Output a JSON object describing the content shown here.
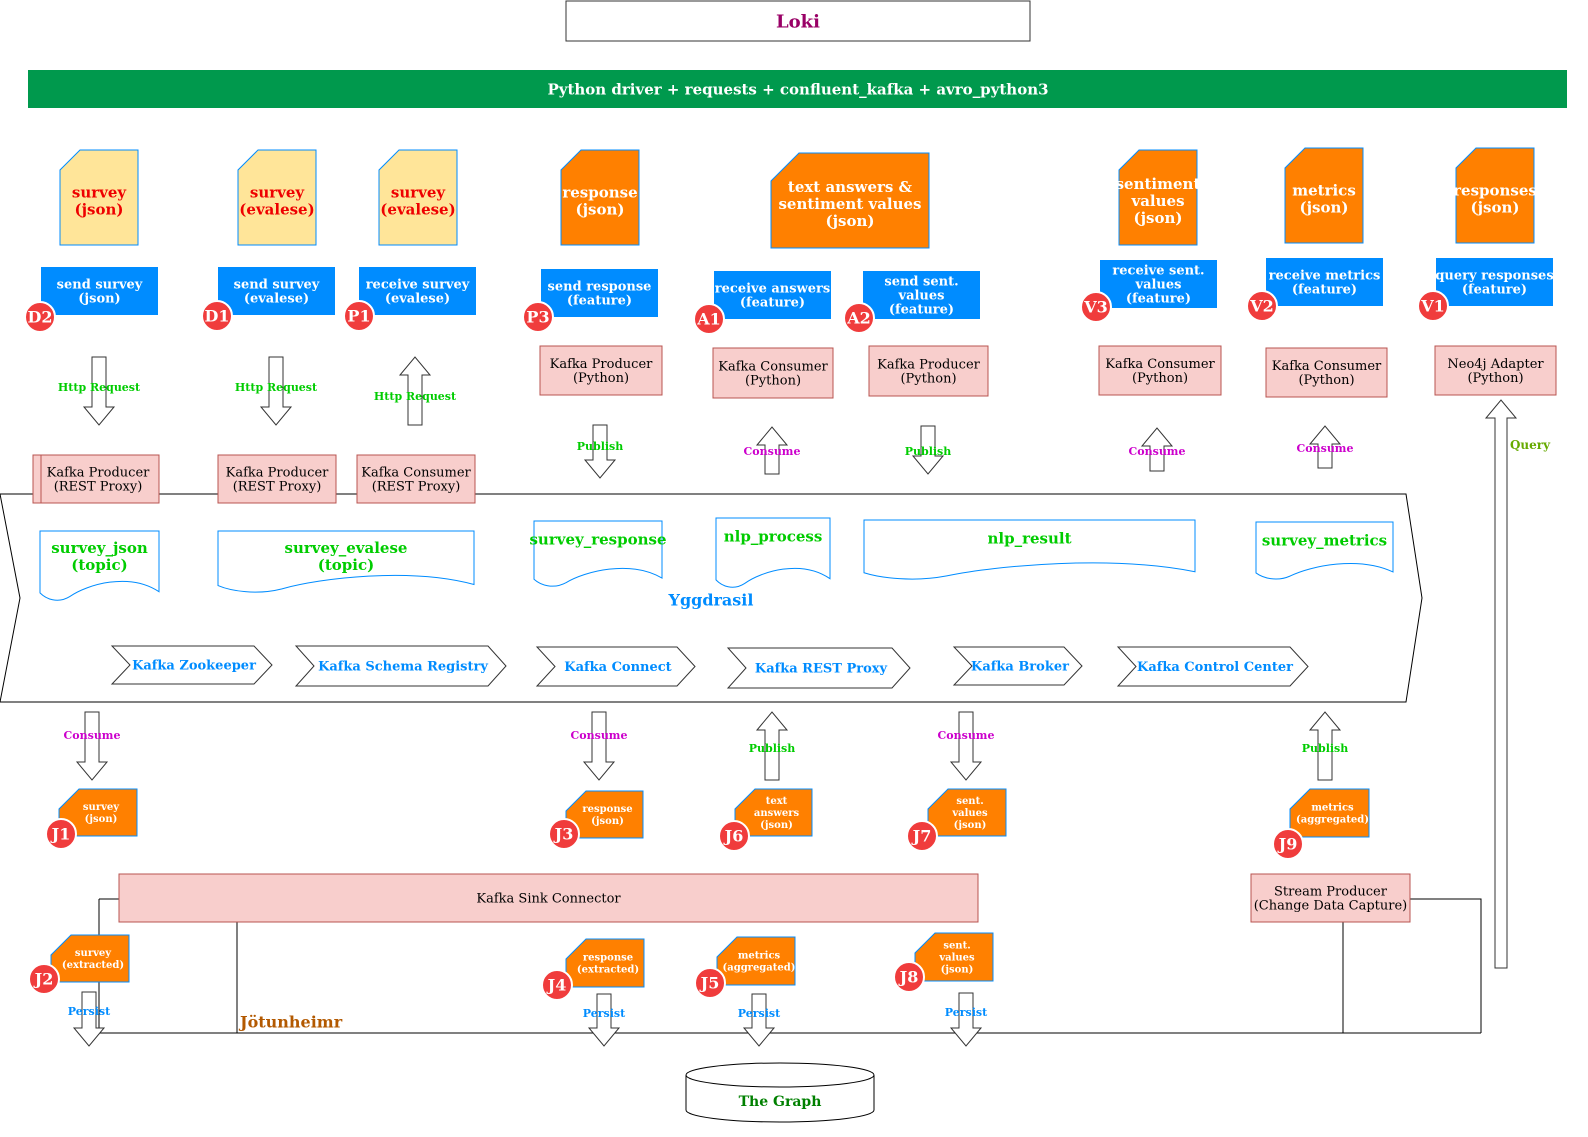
{
  "title": "Loki",
  "driver_bar": "Python driver + requests + confluent_kafka + avro_python3",
  "colors": {
    "green_bar": "#00994d",
    "title": "#990066",
    "doc_yellow": "#ffe599",
    "doc_orange": "#ff8000",
    "feature_blue": "#008cff",
    "component_pink": "#f8cecc",
    "badge_red": "#f03c3c",
    "green_label": "#00cc00",
    "magenta_label": "#cc00cc",
    "blue_label": "#008cff",
    "olive_label": "#66aa00",
    "brown_label": "#b35900",
    "graph_green": "#008000"
  },
  "documents": [
    {
      "id": "d2",
      "lines": [
        "survey",
        "(json)"
      ]
    },
    {
      "id": "d1",
      "lines": [
        "survey",
        "(evalese)"
      ]
    },
    {
      "id": "p1",
      "lines": [
        "survey",
        "(evalese)"
      ]
    },
    {
      "id": "p3",
      "lines": [
        "response",
        "(json)"
      ]
    },
    {
      "id": "a",
      "lines": [
        "text answers &",
        "sentiment values",
        "(json)"
      ]
    },
    {
      "id": "v3",
      "lines": [
        "sentiment",
        "values",
        "(json)"
      ]
    },
    {
      "id": "v2",
      "lines": [
        "metrics",
        "(json)"
      ]
    },
    {
      "id": "v1",
      "lines": [
        "responses",
        "(json)"
      ]
    }
  ],
  "features": [
    {
      "id": "d2",
      "lines": [
        "send survey",
        "(json)"
      ]
    },
    {
      "id": "d1",
      "lines": [
        "send survey",
        "(evalese)"
      ]
    },
    {
      "id": "p1",
      "lines": [
        "receive survey",
        "(evalese)"
      ]
    },
    {
      "id": "p3",
      "lines": [
        "send response",
        "(feature)"
      ]
    },
    {
      "id": "a1",
      "lines": [
        "receive answers",
        "(feature)"
      ]
    },
    {
      "id": "a2",
      "lines": [
        "send sent.",
        "values",
        "(feature)"
      ]
    },
    {
      "id": "v3",
      "lines": [
        "receive sent.",
        "values",
        "(feature)"
      ]
    },
    {
      "id": "v2",
      "lines": [
        "receive metrics",
        "(feature)"
      ]
    },
    {
      "id": "v1",
      "lines": [
        "query responses",
        "(feature)"
      ]
    }
  ],
  "badges": [
    "D2",
    "D1",
    "P1",
    "P3",
    "A1",
    "A2",
    "V3",
    "V2",
    "V1",
    "J1",
    "J3",
    "J6",
    "J7",
    "J9",
    "J2",
    "J4",
    "J5",
    "J8"
  ],
  "components": [
    {
      "id": "p3",
      "lines": [
        "Kafka Producer",
        "(Python)"
      ]
    },
    {
      "id": "a1",
      "lines": [
        "Kafka Consumer",
        "(Python)"
      ]
    },
    {
      "id": "a2",
      "lines": [
        "Kafka Producer",
        "(Python)"
      ]
    },
    {
      "id": "v3",
      "lines": [
        "Kafka Consumer",
        "(Python)"
      ]
    },
    {
      "id": "v2",
      "lines": [
        "Kafka Consumer",
        "(Python)"
      ]
    },
    {
      "id": "v1",
      "lines": [
        "Neo4j Adapter",
        "(Python)"
      ]
    },
    {
      "id": "rest_producer_1",
      "lines": [
        "Kafka Producer",
        "(REST Proxy)"
      ]
    },
    {
      "id": "rest_producer_2",
      "lines": [
        "Kafka Producer",
        "(REST Proxy)"
      ]
    },
    {
      "id": "rest_consumer",
      "lines": [
        "Kafka Consumer",
        "(REST Proxy)"
      ]
    },
    {
      "id": "sink",
      "lines": [
        "Kafka Sink Connector"
      ]
    },
    {
      "id": "stream",
      "lines": [
        "Stream Producer",
        "(Change Data Capture)"
      ]
    }
  ],
  "arrow_labels": {
    "http_request": "Http Request",
    "publish": "Publish",
    "consume": "Consume",
    "query": "Query",
    "persist": "Persist"
  },
  "yggdrasil": {
    "name": "Yggdrasil",
    "topics": [
      {
        "id": "survey_json",
        "lines": [
          "survey_json",
          "(topic)"
        ]
      },
      {
        "id": "survey_evalese",
        "lines": [
          "survey_evalese",
          "(topic)"
        ]
      },
      {
        "id": "survey_response",
        "lines": [
          "survey_response"
        ]
      },
      {
        "id": "nlp_process",
        "lines": [
          "nlp_process"
        ]
      },
      {
        "id": "nlp_result",
        "lines": [
          "nlp_result"
        ]
      },
      {
        "id": "survey_metrics",
        "lines": [
          "survey_metrics"
        ]
      }
    ],
    "services": [
      "Kafka Zookeeper",
      "Kafka Schema Registry",
      "Kafka Connect",
      "Kafka REST Proxy",
      "Kafka Broker",
      "Kafka Control Center"
    ]
  },
  "jotunheimr_docs": [
    {
      "id": "j1",
      "lines": [
        "survey",
        "(json)"
      ]
    },
    {
      "id": "j3",
      "lines": [
        "response",
        "(json)"
      ]
    },
    {
      "id": "j6",
      "lines": [
        "text",
        "answers",
        "(json)"
      ]
    },
    {
      "id": "j7",
      "lines": [
        "sent.",
        "values",
        "(json)"
      ]
    },
    {
      "id": "j9",
      "lines": [
        "metrics",
        "(aggregated)"
      ]
    },
    {
      "id": "j2",
      "lines": [
        "survey",
        "(extracted)"
      ]
    },
    {
      "id": "j4",
      "lines": [
        "response",
        "(extracted)"
      ]
    },
    {
      "id": "j5",
      "lines": [
        "metrics",
        "(aggregated)"
      ]
    },
    {
      "id": "j8",
      "lines": [
        "sent.",
        "values",
        "(json)"
      ]
    }
  ],
  "jotunheimr": "Jötunheimr",
  "graph": "The Graph"
}
